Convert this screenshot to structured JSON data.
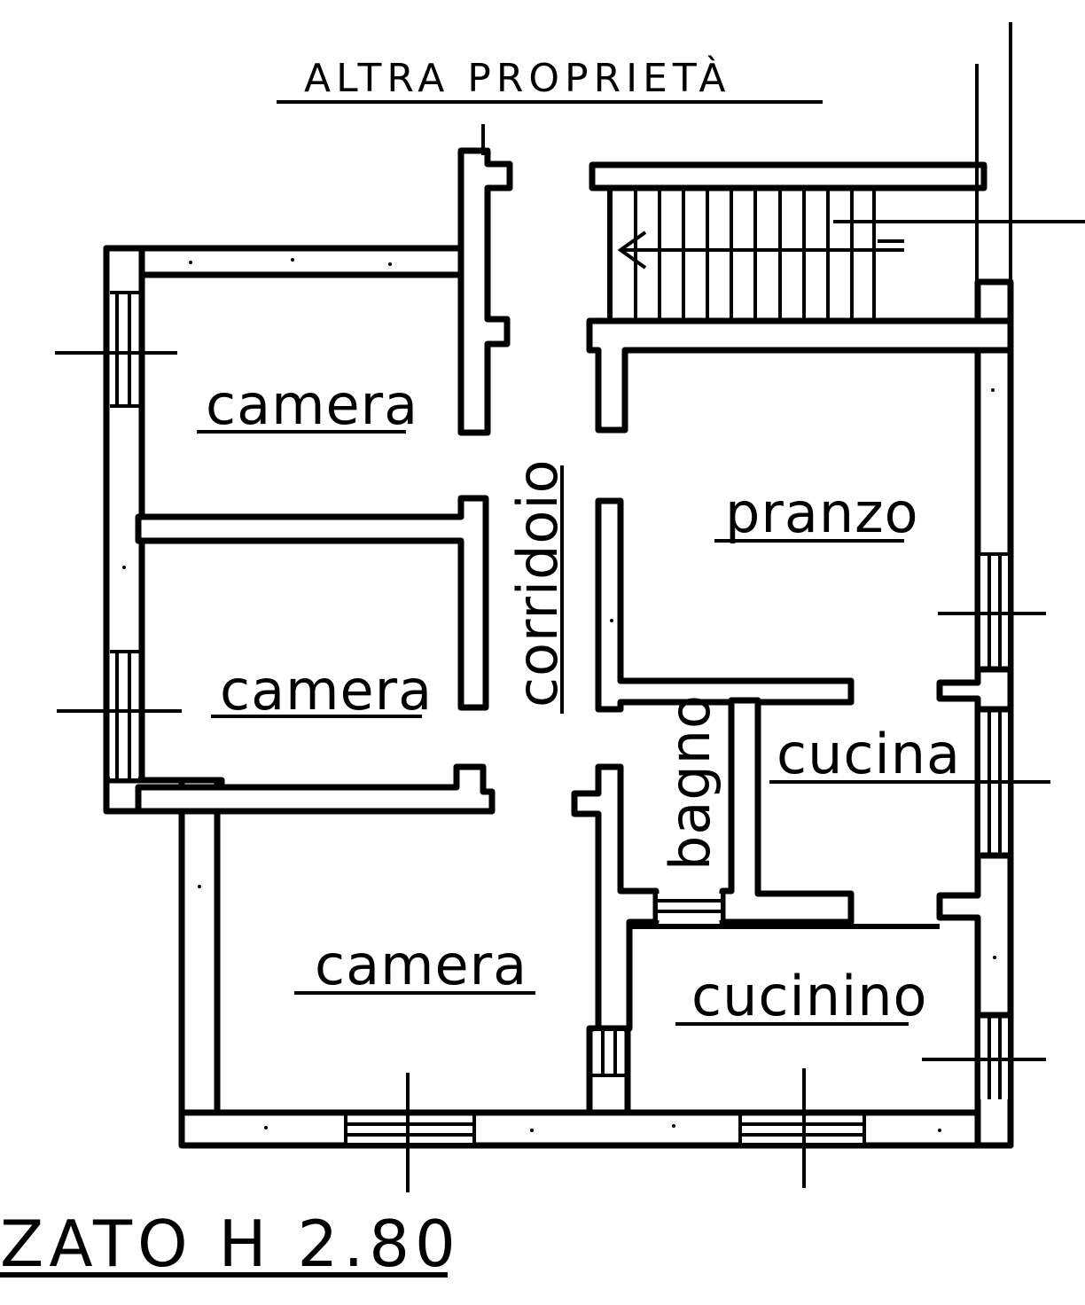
{
  "header": {
    "title": "ALTRA PROPRIETÀ"
  },
  "footer": {
    "caption": "ZATO  H 2.80"
  },
  "rooms": {
    "camera_top": "camera",
    "camera_mid": "camera",
    "camera_bottom": "camera",
    "corridoio": "corridoio",
    "pranzo": "pranzo",
    "bagno": "bagno",
    "cucina": "cucina",
    "cucinino": "cucinino"
  },
  "colors": {
    "ink": "#000000",
    "paper": "#ffffff"
  }
}
